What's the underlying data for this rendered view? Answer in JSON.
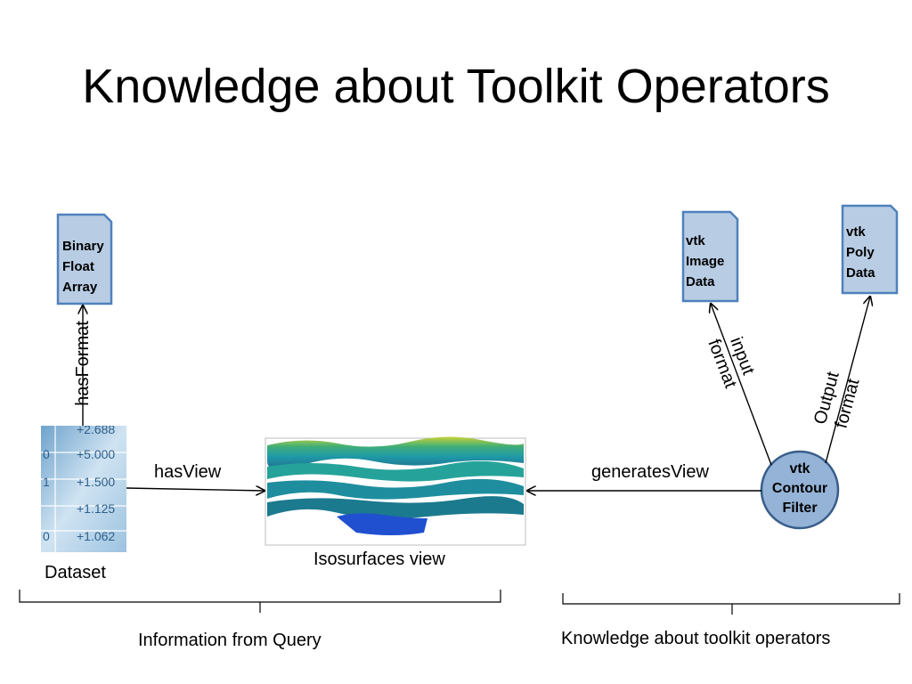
{
  "slide": {
    "title": "Knowledge about Toolkit Operators"
  },
  "documents": {
    "binary_float_array": [
      "Binary",
      "Float",
      "Array"
    ],
    "vtk_image_data": [
      "vtk",
      "Image",
      "Data"
    ],
    "vtk_poly_data": [
      "vtk",
      "Poly",
      "Data"
    ]
  },
  "edges": {
    "has_format": "hasFormat",
    "has_view": "hasView",
    "generates_view": "generatesView",
    "input_format": [
      "input",
      "format"
    ],
    "output_format": [
      "Output",
      "format"
    ]
  },
  "dataset": {
    "label": "Dataset",
    "values": [
      "+2.688",
      "+5.000",
      "+1.500",
      "+1.125",
      "+1.062"
    ],
    "index_values": [
      "0",
      "1",
      "0"
    ]
  },
  "isosurfaces": {
    "label": "Isosurfaces view"
  },
  "filter_node": {
    "label": [
      "vtk",
      "Contour",
      "Filter"
    ]
  },
  "groups": {
    "left": "Information from Query",
    "right": "Knowledge about toolkit operators"
  },
  "colors": {
    "doc_fill": "#b8cce4",
    "doc_stroke": "#4f81bd",
    "node_fill": "#95b3d7",
    "node_stroke": "#385d8a"
  }
}
